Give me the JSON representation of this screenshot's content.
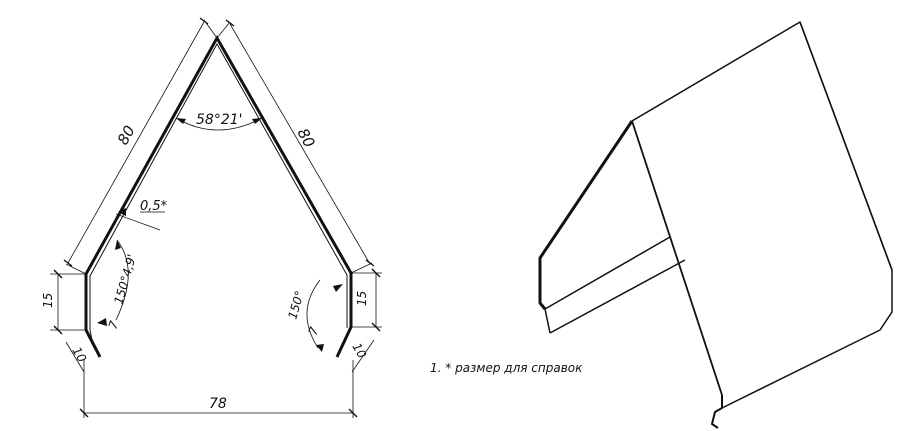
{
  "dimensions": {
    "left_slope": "80",
    "right_slope": "80",
    "apex_angle": "58°21'",
    "thickness": "0,5*",
    "left_bend_angle": "150°4,9'",
    "right_bend_angle": "150°",
    "left_vertical": "15",
    "right_vertical": "15",
    "left_hem": "7",
    "right_hem": "7",
    "left_hem_offset": "10",
    "right_hem_offset": "10",
    "base_width": "78"
  },
  "note": "1. * размер для справок"
}
